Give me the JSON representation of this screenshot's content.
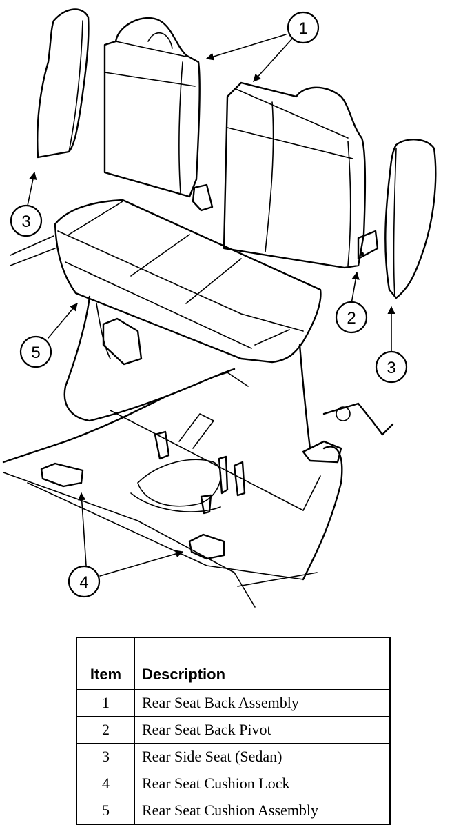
{
  "callouts": [
    {
      "label": "1"
    },
    {
      "label": "2"
    },
    {
      "label": "3"
    },
    {
      "label": "3"
    },
    {
      "label": "4"
    },
    {
      "label": "5"
    }
  ],
  "table": {
    "headers": {
      "item": "Item",
      "description": "Description"
    },
    "rows": [
      {
        "item": "1",
        "description": "Rear Seat Back Assembly"
      },
      {
        "item": "2",
        "description": "Rear Seat Back Pivot"
      },
      {
        "item": "3",
        "description": "Rear Side Seat (Sedan)"
      },
      {
        "item": "4",
        "description": "Rear Seat Cushion Lock"
      },
      {
        "item": "5",
        "description": "Rear Seat Cushion Assembly"
      }
    ]
  }
}
